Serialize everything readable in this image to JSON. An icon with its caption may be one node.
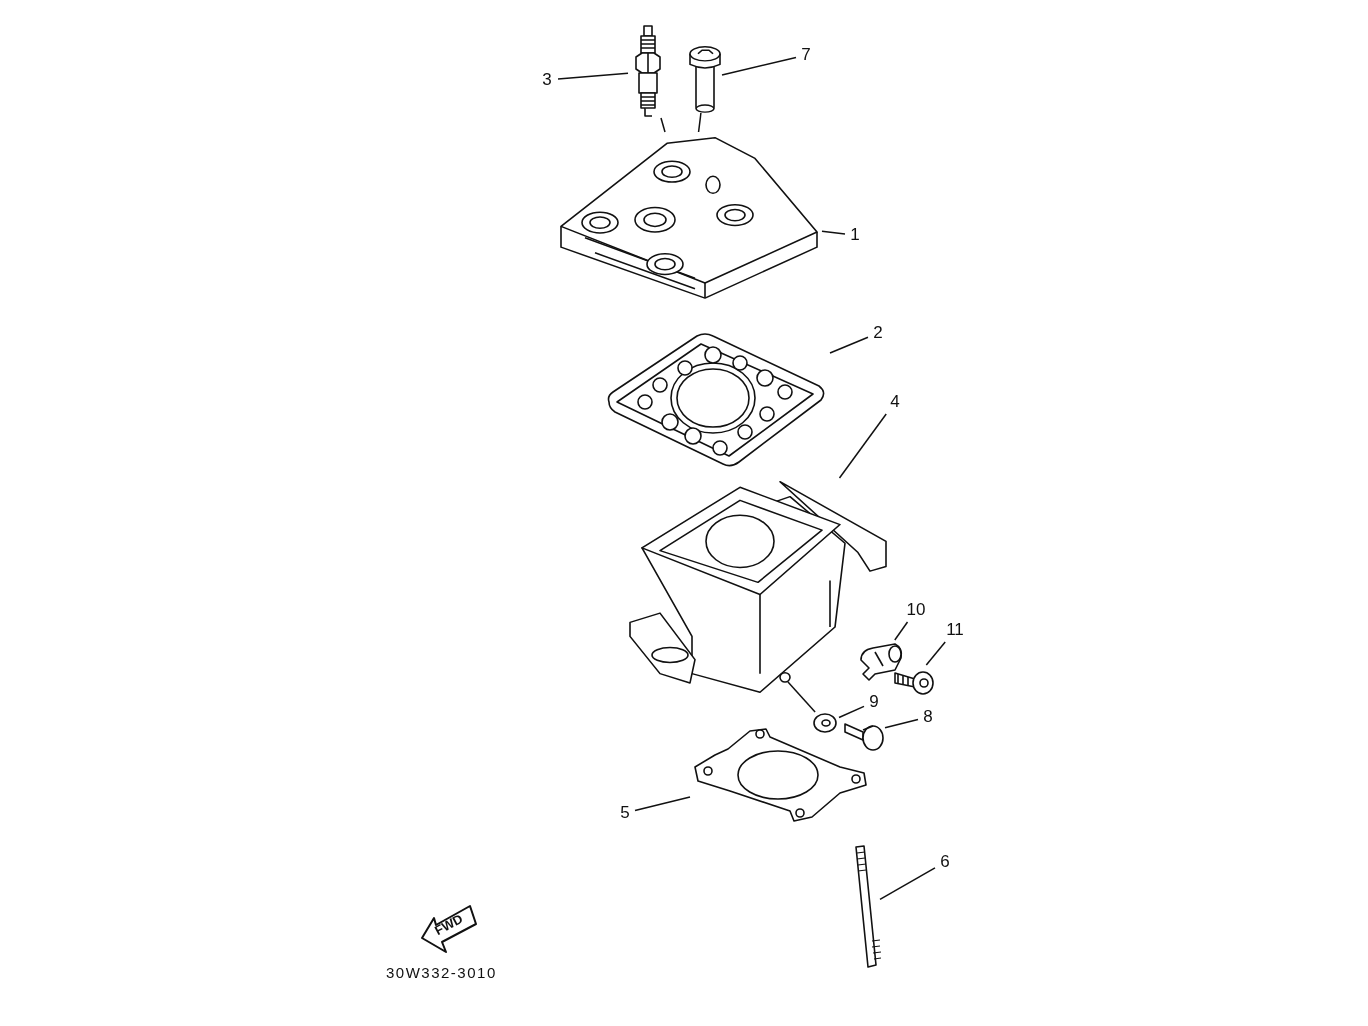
{
  "diagram": {
    "nodes": [
      {
        "text": [
          "3"
        ]
      },
      {
        "text": [],
        "shape": "picture"
      },
      {
        "text": [
          "7"
        ]
      },
      {
        "text": [],
        "shape": "picture"
      },
      {
        "text": [],
        "shape": "picture"
      },
      {
        "text": [
          "1"
        ]
      },
      {
        "text": [
          "2"
        ]
      },
      {
        "text": [],
        "shape": "picture"
      },
      {
        "text": [
          "4"
        ]
      },
      {
        "text": [],
        "shape": "picture"
      },
      {
        "text": [
          "10"
        ]
      },
      {
        "text": [],
        "shape": "picture"
      },
      {
        "text": [
          "11"
        ]
      },
      {
        "text": [],
        "shape": "picture"
      },
      {
        "text": [
          "9"
        ]
      },
      {
        "text": [],
        "shape": "picture"
      },
      {
        "text": [
          "8"
        ]
      },
      {
        "text": [],
        "shape": "picture"
      },
      {
        "text": [
          "5"
        ]
      },
      {
        "text": [],
        "shape": "picture"
      },
      {
        "text": [
          "6"
        ]
      },
      {
        "text": [],
        "shape": "picture"
      }
    ],
    "edges": [
      {
        "from": 0,
        "to": 1,
        "arrow": "none"
      },
      {
        "from": 2,
        "to": 3,
        "arrow": "none"
      },
      {
        "from": 5,
        "to": 4,
        "arrow": "none"
      },
      {
        "from": 6,
        "to": 7,
        "arrow": "none"
      },
      {
        "from": 8,
        "to": 9,
        "arrow": "none"
      },
      {
        "from": 10,
        "to": 11,
        "arrow": "none"
      },
      {
        "from": 12,
        "to": 13,
        "arrow": "none"
      },
      {
        "from": 14,
        "to": 15,
        "arrow": "none"
      },
      {
        "from": 16,
        "to": 17,
        "arrow": "none"
      },
      {
        "from": 18,
        "to": 19,
        "arrow": "none"
      },
      {
        "from": 20,
        "to": 21,
        "arrow": "none"
      },
      {
        "from": 1,
        "to": 4,
        "arrow": "none"
      },
      {
        "from": 3,
        "to": 4,
        "arrow": "none"
      },
      {
        "from": 15,
        "to": 9,
        "arrow": "none"
      }
    ],
    "labels": [
      "FWD",
      "30W332-3010"
    ]
  }
}
